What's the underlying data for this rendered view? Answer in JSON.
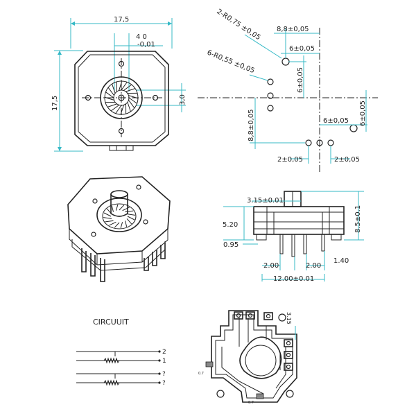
{
  "top_view": {
    "width_label": "17,5",
    "height_label": "17,5",
    "shaft_tol_top": "4 0",
    "shaft_tol_bottom": "-0,01",
    "shaft_side_label": "3,0"
  },
  "hole_pattern": {
    "big_holes_label": "2-R0,75 ±0,05",
    "small_holes_label": "6-R0,55 ±0,05",
    "dim_8_8_top": "8,8±0,05",
    "dim_6_top_h": "6±0,05",
    "dim_6_top_v": "6±0,05",
    "dim_8_8_left": "8,8±0,05",
    "dim_6_right_h": "6±0,05",
    "dim_6_right_v": "6±0,05",
    "dim_2_left": "2±0,05",
    "dim_2_right": "2±0,05"
  },
  "side_view": {
    "shaft_width": "3.15±0.01",
    "body_height": "5.20",
    "total_height": "8.5±0.1",
    "base_offset": "0.95",
    "pin_pitch_left": "2.00",
    "pin_pitch_right": "2.00",
    "pin_right_offset": "1.40",
    "pin_span": "12.00±0.01"
  },
  "circuit": {
    "title": "CIRCUUIT",
    "pin_a": "2",
    "pin_b": "1",
    "pin_c": "?",
    "pin_d": "?"
  },
  "footprint": {
    "dim_top": "3.15",
    "dim_left": "0.7",
    "dim_bottom": "0.7"
  }
}
